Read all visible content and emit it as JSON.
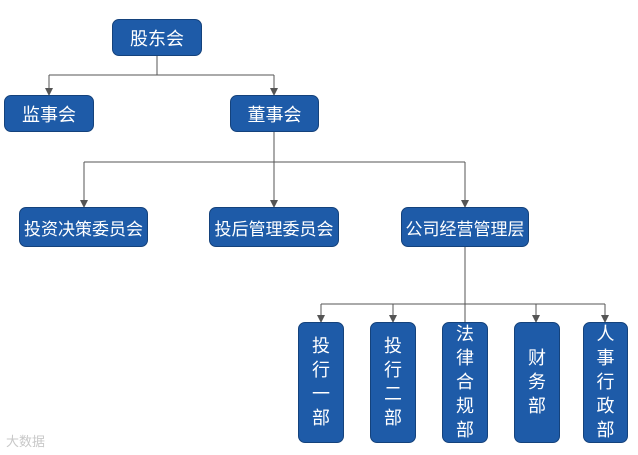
{
  "org": {
    "shareholders": "股东会",
    "supervisors": "监事会",
    "board": "董事会",
    "investment_committee": "投资决策委员会",
    "post_investment_committee": "投后管理委员会",
    "management": "公司经营管理层",
    "departments": [
      "投行一部",
      "投行二部",
      "法律合规部",
      "财务部",
      "人事行政部"
    ]
  },
  "watermark": "大数据",
  "colors": {
    "node_fill": "#1e5ba8",
    "connector": "#555555"
  }
}
